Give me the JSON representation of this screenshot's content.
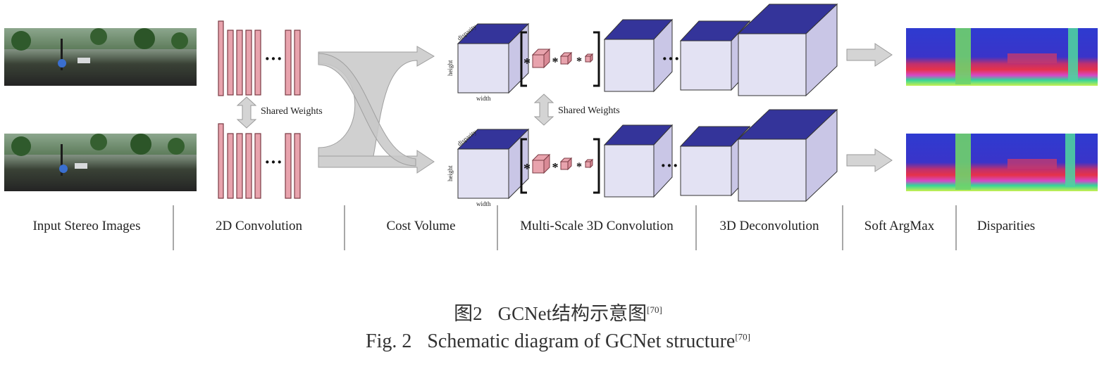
{
  "stages": [
    "Input Stereo Images",
    "2D Convolution",
    "Cost Volume",
    "Multi-Scale 3D Convolution",
    "3D Deconvolution",
    "Soft ArgMax",
    "Disparities"
  ],
  "annotations": {
    "shared_weights_2d": "Shared Weights",
    "shared_weights_3d": "Shared Weights",
    "ellipsis": "···",
    "conv_op": "*",
    "axis_disparity": "disparity",
    "axis_height": "height",
    "axis_width": "width"
  },
  "caption": {
    "cn_fig": "图2",
    "cn_text": "GCNet结构示意图",
    "en_fig": "Fig. 2",
    "en_text": "Schematic diagram of GCNet structure",
    "ref": "[70]"
  },
  "colors": {
    "conv_layer": "#e8a3ad",
    "volume_top": "#34349a",
    "volume_face": "#e3e2f3",
    "volume_side": "#c9c6e6",
    "arrow": "#c8c8c8"
  }
}
